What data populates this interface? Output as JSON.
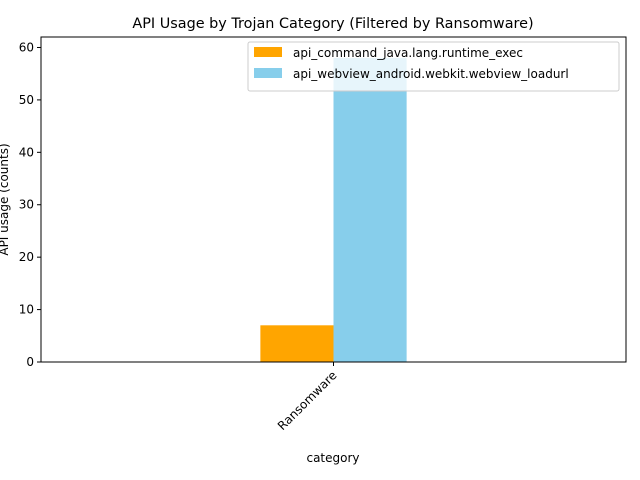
{
  "chart_data": {
    "type": "bar",
    "title": "API Usage by Trojan Category (Filtered by Ransomware)",
    "xlabel": "category",
    "ylabel": "API usage (counts)",
    "categories": [
      "Ransomware"
    ],
    "series": [
      {
        "name": "api_command_java.lang.runtime_exec",
        "values": [
          7
        ],
        "color": "#FFA500"
      },
      {
        "name": "api_webview_android.webkit.webview_loadurl",
        "values": [
          58
        ],
        "color": "#87CEEB"
      }
    ],
    "ylim": [
      0,
      62
    ],
    "yticks": [
      0,
      10,
      20,
      30,
      40,
      50,
      60
    ],
    "grid": false,
    "legend_position": "top-right"
  }
}
